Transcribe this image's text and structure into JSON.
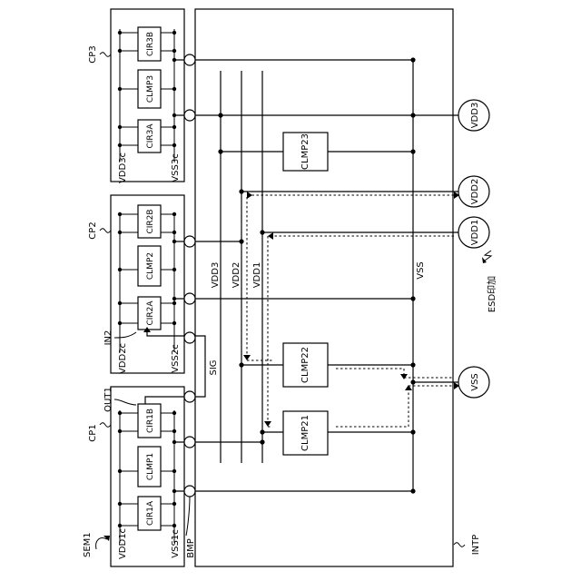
{
  "labels": {
    "sem1": "SEM1",
    "cp1": "CP1",
    "cp2": "CP2",
    "cp3": "CP3",
    "vdd1c": "VDD1c",
    "vss1c": "VSS1c",
    "vdd2c": "VDD2c",
    "vss2c": "VSS2c",
    "vdd3c": "VDD3c",
    "vss3c": "VSS3c",
    "out1": "OUT1",
    "in2": "IN2",
    "sig": "SIG",
    "bmp": "BMP",
    "intp": "INTP",
    "vdd3": "VDD3",
    "vdd2": "VDD2",
    "vdd1": "VDD1",
    "vss": "VSS",
    "esd": "ESD印加"
  },
  "blocks": {
    "cir1a": "CIR1A",
    "clmp1": "CLMP1",
    "cir1b": "CIR1B",
    "cir2a": "CIR2A",
    "clmp2": "CLMP2",
    "cir2b": "CIR2B",
    "cir3a": "CIR3A",
    "clmp3": "CLMP3",
    "cir3b": "CIR3B",
    "clmp21": "CLMP21",
    "clmp22": "CLMP22",
    "clmp23": "CLMP23"
  },
  "terminals": {
    "vdd3": "VDD3",
    "vdd2": "VDD2",
    "vdd1": "VDD1",
    "vss": "VSS"
  }
}
